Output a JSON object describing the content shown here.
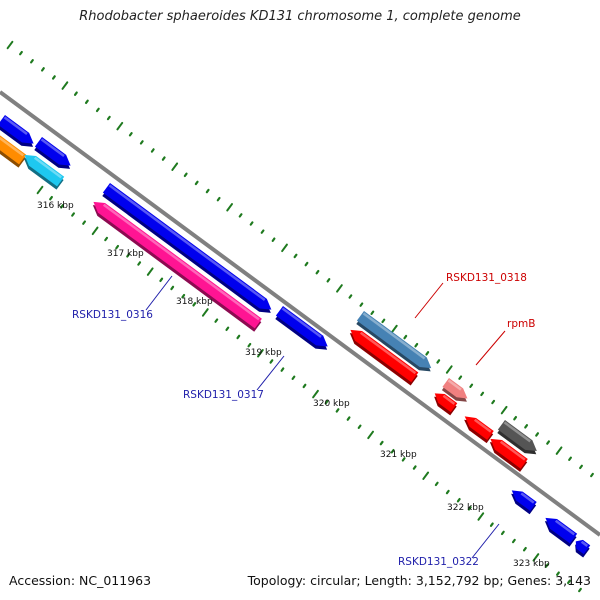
{
  "header": {
    "title": "Rhodobacter sphaeroides KD131 chromosome 1, complete genome"
  },
  "footer": {
    "accession": "Accession: NC_011963",
    "topology": "Topology: circular; Length: 3,152,792 bp; Genes: 3,143"
  },
  "colors": {
    "backbone": "#808080",
    "tick": "#1f7a1f",
    "position_label": "#111111"
  },
  "scale": {
    "unit": "kbp",
    "labels": [
      "316 kbp",
      "317 kbp",
      "318 kbp",
      "319 kbp",
      "320 kbp",
      "321 kbp",
      "322 kbp",
      "323 kbp"
    ]
  },
  "genes": [
    {
      "id": "g-a",
      "strand": "plus",
      "color": "#0000ee"
    },
    {
      "id": "g-b",
      "strand": "plus",
      "color": "#0000ee"
    },
    {
      "id": "g-c",
      "strand": "minus",
      "color": "#ff8c00"
    },
    {
      "id": "g-d",
      "strand": "minus",
      "color": "#1ec8f0"
    },
    {
      "id": "rskd0316a",
      "strand": "plus",
      "color": "#0000ee"
    },
    {
      "id": "rskd0316",
      "strand": "minus",
      "color": "#ff1493"
    },
    {
      "id": "rskd0317",
      "strand": "plus",
      "color": "#0000ee"
    },
    {
      "id": "rskd0318",
      "strand": "plus",
      "color": "#4682b4"
    },
    {
      "id": "g-red1",
      "strand": "minus",
      "color": "#ff0000"
    },
    {
      "id": "rpmB",
      "strand": "plus",
      "color": "#f08080"
    },
    {
      "id": "g-red2",
      "strand": "minus",
      "color": "#ff0000"
    },
    {
      "id": "g-red3",
      "strand": "minus",
      "color": "#ff0000"
    },
    {
      "id": "g-gray",
      "strand": "plus",
      "color": "#555555"
    },
    {
      "id": "g-red4",
      "strand": "minus",
      "color": "#ff0000"
    },
    {
      "id": "g-blue5",
      "strand": "minus",
      "color": "#0000ee"
    },
    {
      "id": "g-blue6",
      "strand": "minus",
      "color": "#0000ee"
    },
    {
      "id": "g-blue7",
      "strand": "minus",
      "color": "#0000ee"
    }
  ],
  "gene_labels": [
    {
      "id": "rskd0316",
      "text": "RSKD131_0316",
      "color": "#1e1eaa"
    },
    {
      "id": "rskd0317",
      "text": "RSKD131_0317",
      "color": "#1e1eaa"
    },
    {
      "id": "rskd0318",
      "text": "RSKD131_0318",
      "color": "#cc0000"
    },
    {
      "id": "rpmB",
      "text": "rpmB",
      "color": "#cc0000"
    },
    {
      "id": "rskd0322",
      "text": "RSKD131_0322",
      "color": "#1e1eaa"
    }
  ]
}
